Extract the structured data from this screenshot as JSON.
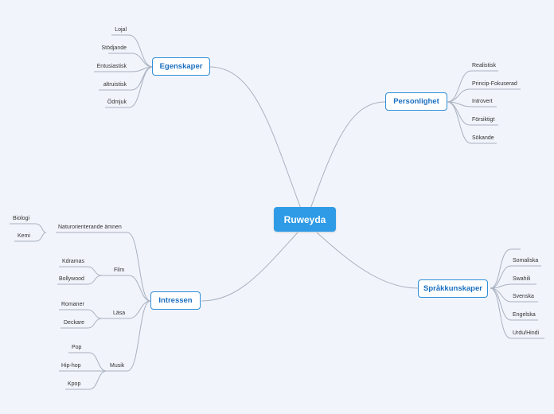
{
  "central": "Ruweyda",
  "egenskaper": {
    "title": "Egenskaper",
    "items": [
      "Lojal",
      "Stödjande",
      "Entusiastisk",
      "altruistisk",
      "Ödmjuk"
    ]
  },
  "personlighet": {
    "title": "Personlighet",
    "items": [
      "Realistisk",
      "Princip-Fokuserad",
      "Introvert",
      "Försiktigt",
      "Sökande"
    ]
  },
  "sprakkunskaper": {
    "title": "Språkkunskaper",
    "items": [
      "Somaliska",
      "Swahili",
      "Svenska",
      "Engelska",
      "Urdu/Hindi"
    ]
  },
  "intressen": {
    "title": "Intressen",
    "naturo": {
      "label": "Naturorienterande ämnen",
      "items": [
        "Biologi",
        "Kemi"
      ]
    },
    "film": {
      "label": "Film",
      "items": [
        "Kdramas",
        "Bollywood"
      ]
    },
    "lasa": {
      "label": "Läsa",
      "items": [
        "Romaner",
        "Deckare"
      ]
    },
    "musik": {
      "label": "Musik",
      "items": [
        "Pop",
        "Hip-hop",
        "Kpop"
      ]
    }
  },
  "colors": {
    "background": "#f1f4fb",
    "central": "#2f9be6",
    "topic_border": "#2f8fd8",
    "topic_text": "#1a6fc0",
    "line": "#a9b1bf"
  }
}
